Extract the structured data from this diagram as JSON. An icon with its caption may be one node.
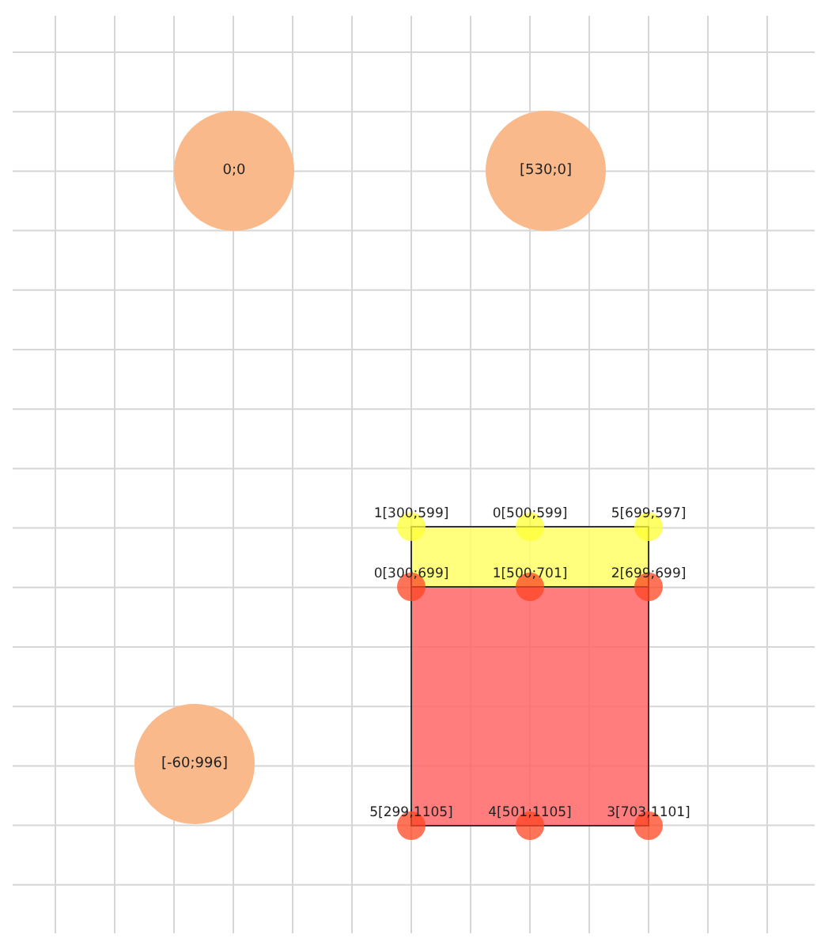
{
  "diagram": {
    "nodes": [
      {
        "text": [
          "0;0"
        ]
      },
      {
        "text": [
          "[530;0]"
        ]
      },
      {
        "text": [
          "[-60;996]"
        ]
      },
      {
        "text": [],
        "shape": "box"
      },
      {
        "text": [],
        "shape": "box"
      }
    ],
    "labels": [
      "1[300;599]",
      "0[500;599]",
      "5[699;597]",
      "0[300;699]",
      "1[500;701]",
      "2[699;699]",
      "5[299;1105]",
      "4[501;1105]",
      "3[703;1101]"
    ]
  }
}
